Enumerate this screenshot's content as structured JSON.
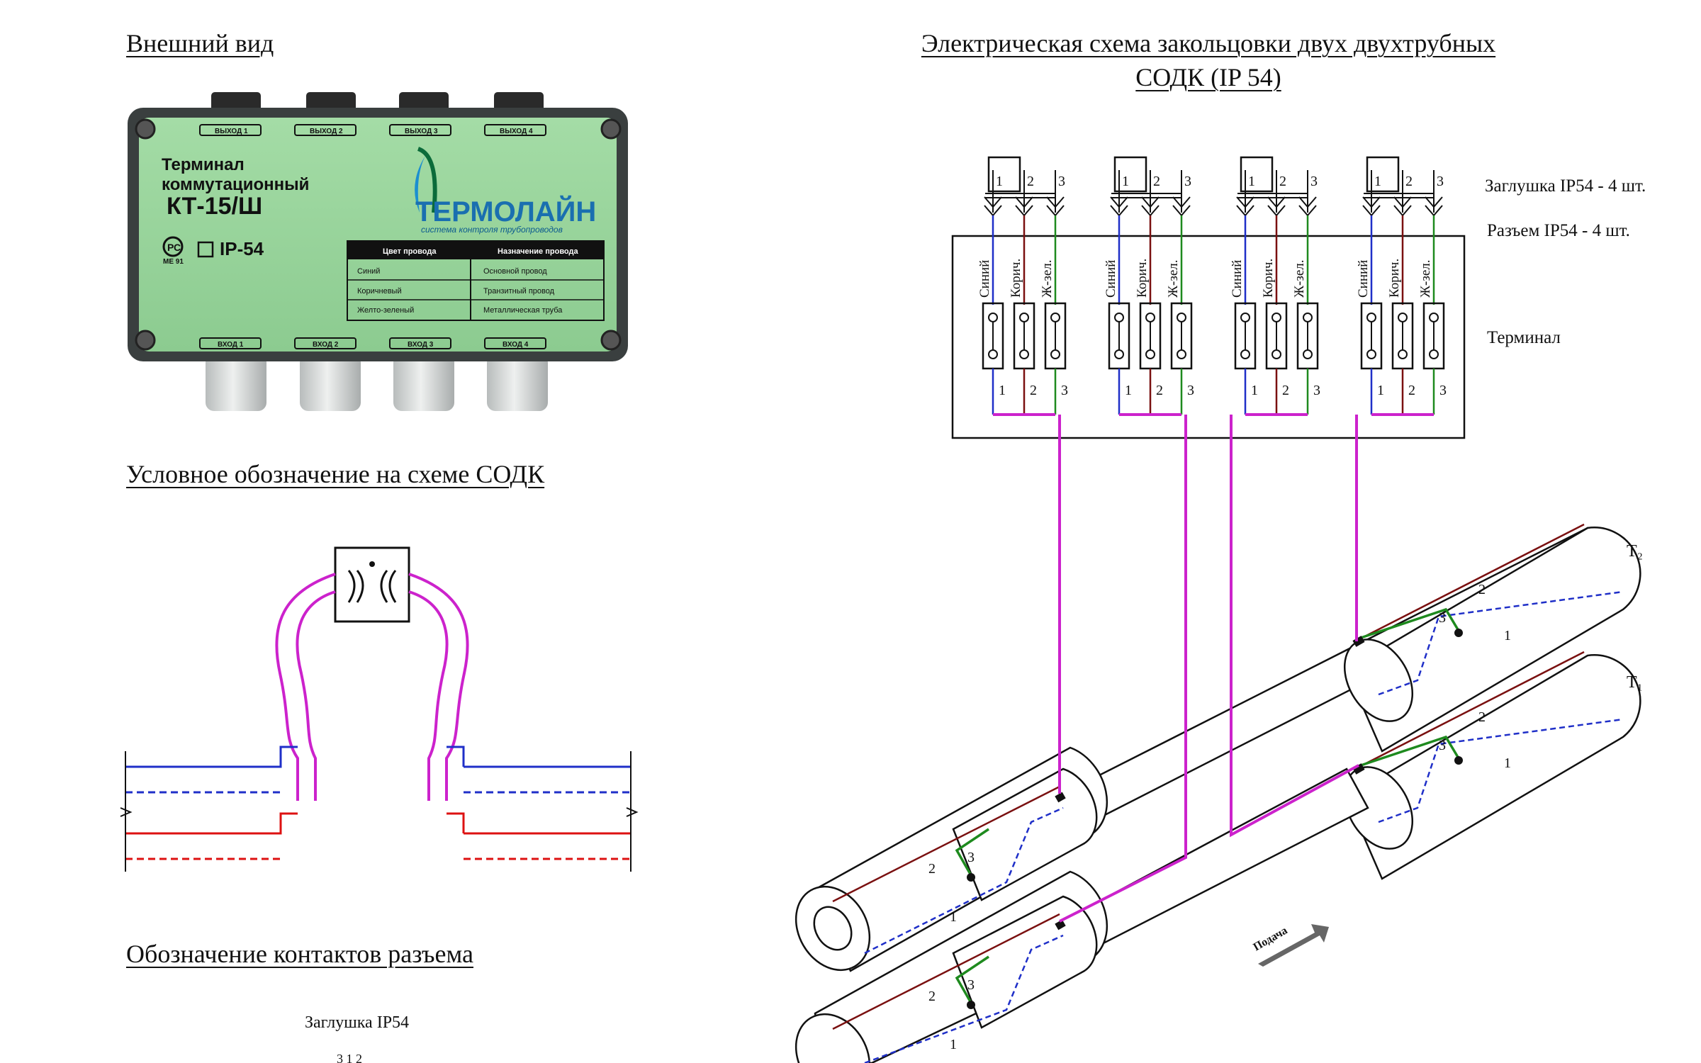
{
  "headings": {
    "appearance": "Внешний вид",
    "symbol": "Условное обозначение на схеме СОДК",
    "contacts": "Обозначение контактов разъема",
    "scheme_line1": "Электрическая схема закольцовки двух двухтрубных",
    "scheme_line2": "СОДК (IP 54)"
  },
  "device": {
    "title1": "Терминал",
    "title2": "коммутационный",
    "model": "КТ-15/Ш",
    "ip": "IP-54",
    "cert": "МЕ 91",
    "brand": "ТЕРМОЛАЙН",
    "tagline": "система контроля трубопроводов",
    "outputs": [
      "ВЫХОД 1",
      "ВЫХОД 2",
      "ВЫХОД 3",
      "ВЫХОД 4"
    ],
    "inputs": [
      "ВХОД 1",
      "ВХОД 2",
      "ВХОД 3",
      "ВХОД 4"
    ],
    "table": {
      "headers": [
        "Цвет провода",
        "Назначение провода"
      ],
      "rows": [
        [
          "Синий",
          "Основной провод"
        ],
        [
          "Коричневый",
          "Транзитный провод"
        ],
        [
          "Желто-зеленый",
          "Металлическая труба"
        ]
      ]
    }
  },
  "contacts": {
    "plug_label": "Заглушка IP54",
    "partial": "3          1          2"
  },
  "scheme": {
    "plug_label": "Заглушка IP54 - 4 шт.",
    "connector_label": "Разъем IP54 - 4 шт.",
    "terminal_label": "Терминал",
    "pin_numbers": [
      "1",
      "2",
      "3"
    ],
    "wire_labels": [
      "Синий",
      "Корич.",
      "Ж-зел."
    ],
    "pipe_t2": "T₂",
    "pipe_t1": "T₁",
    "wire_num_1": "1",
    "wire_num_2": "2",
    "wire_num_3": "3",
    "flow_label": "Подача"
  },
  "colors": {
    "blue": "#1f2fc8",
    "brown": "#7a1010",
    "green": "#1e8a1e",
    "magenta": "#cc22cc",
    "red": "#dd1111",
    "box_green": "#97d49a"
  }
}
